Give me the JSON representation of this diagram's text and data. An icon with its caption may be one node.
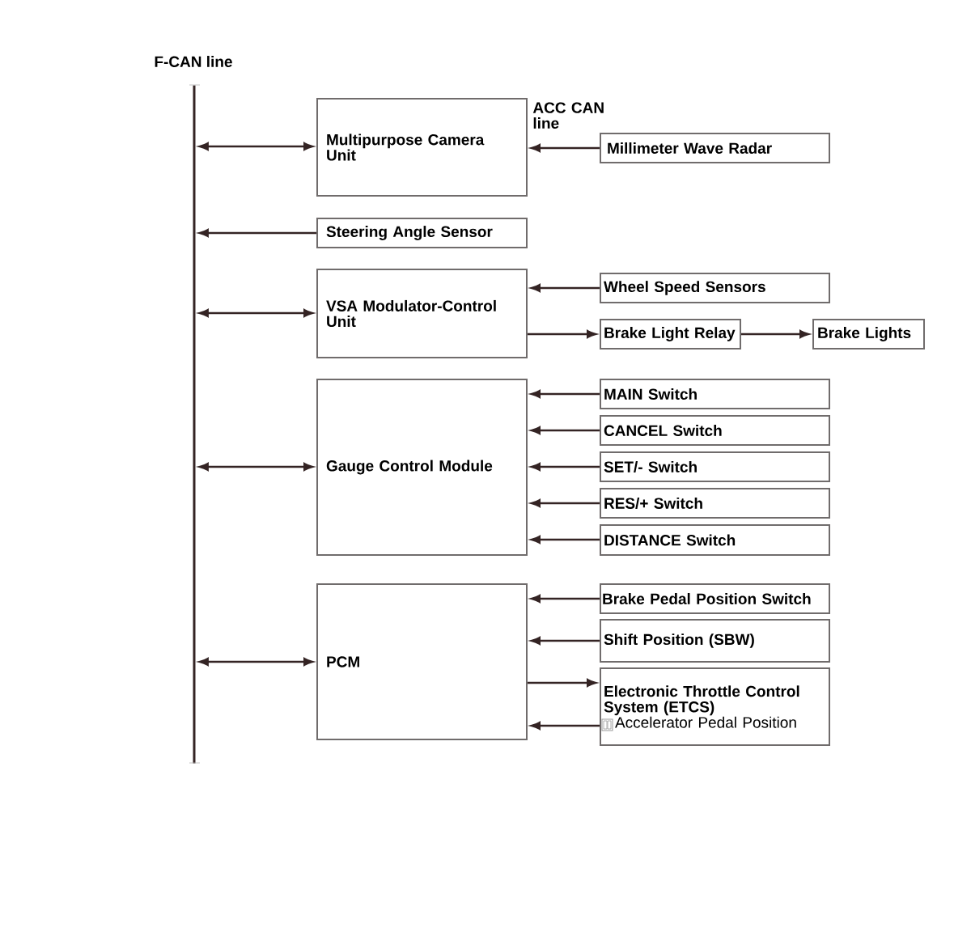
{
  "diagram": {
    "nodes": [
      {
        "text": [],
        "shape": "bar"
      },
      {
        "text": [
          "Multipurpose Camera Unit"
        ]
      },
      {
        "text": [
          "Millimeter Wave Radar"
        ]
      },
      {
        "text": [
          "Steering Angle Sensor"
        ]
      },
      {
        "text": [
          "VSA Modulator-Control Unit"
        ]
      },
      {
        "text": [
          "Wheel Speed Sensors"
        ]
      },
      {
        "text": [
          "Brake Light Relay"
        ]
      },
      {
        "text": [
          "Brake Lights"
        ]
      },
      {
        "text": [
          "Gauge Control Module"
        ]
      },
      {
        "text": [
          "MAIN Switch"
        ]
      },
      {
        "text": [
          "CANCEL Switch"
        ]
      },
      {
        "text": [
          "SET/- Switch"
        ]
      },
      {
        "text": [
          "RES/+ Switch"
        ]
      },
      {
        "text": [
          "DISTANCE Switch"
        ]
      },
      {
        "text": [
          "PCM"
        ]
      },
      {
        "text": [
          "Brake Pedal Position Switch"
        ]
      },
      {
        "text": [
          "Shift Position (SBW)"
        ]
      },
      {
        "text": [
          "Electronic Throttle Control System (ETCS)",
          "Accelerator Pedal Position"
        ]
      }
    ],
    "edges": [
      {
        "from": 0,
        "to": 1,
        "arrow": "both"
      },
      {
        "from": 2,
        "to": 1,
        "arrow": "to",
        "label": "ACC CAN line"
      },
      {
        "from": 3,
        "to": 0,
        "arrow": "to"
      },
      {
        "from": 0,
        "to": 4,
        "arrow": "both"
      },
      {
        "from": 5,
        "to": 4,
        "arrow": "to"
      },
      {
        "from": 4,
        "to": 6,
        "arrow": "to"
      },
      {
        "from": 6,
        "to": 7,
        "arrow": "to"
      },
      {
        "from": 0,
        "to": 8,
        "arrow": "both"
      },
      {
        "from": 9,
        "to": 8,
        "arrow": "to"
      },
      {
        "from": 10,
        "to": 8,
        "arrow": "to"
      },
      {
        "from": 11,
        "to": 8,
        "arrow": "to"
      },
      {
        "from": 12,
        "to": 8,
        "arrow": "to"
      },
      {
        "from": 13,
        "to": 8,
        "arrow": "to"
      },
      {
        "from": 0,
        "to": 14,
        "arrow": "both"
      },
      {
        "from": 15,
        "to": 14,
        "arrow": "to"
      },
      {
        "from": 16,
        "to": 14,
        "arrow": "to"
      },
      {
        "from": 14,
        "to": 17,
        "arrow": "to"
      },
      {
        "from": 17,
        "to": 14,
        "arrow": "to"
      }
    ],
    "labels": [
      "F-CAN line"
    ]
  }
}
